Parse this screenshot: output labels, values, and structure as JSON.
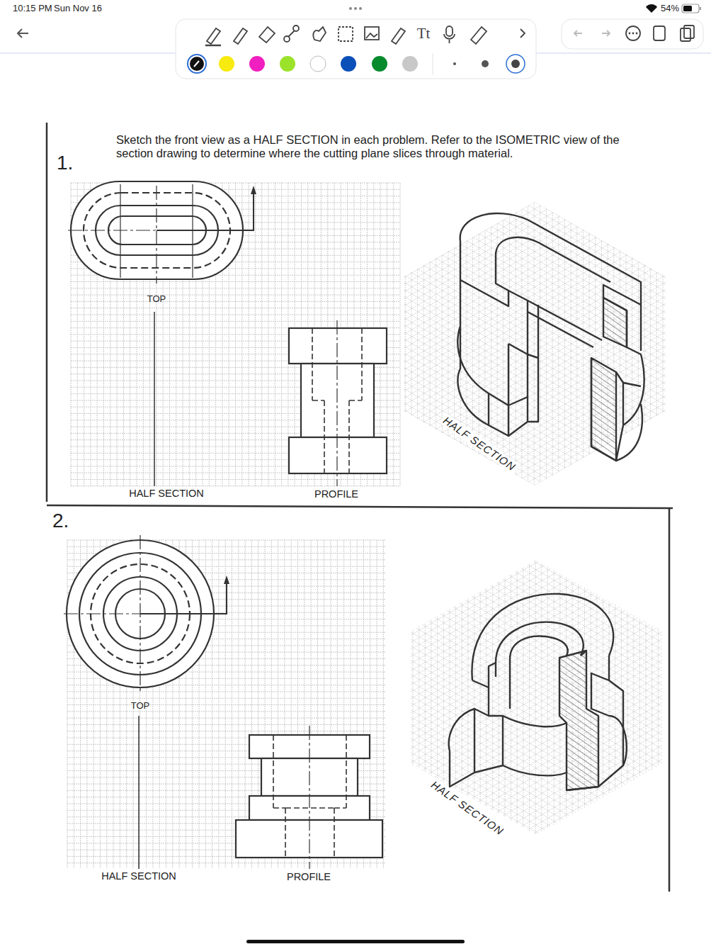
{
  "diagram": {
    "labels": [
      "10:15 PM",
      "Sun Nov 16",
      "54%",
      "Tt",
      "1.",
      "Sketch the front view as a HALF SECTION in each problem. Refer to the ISOMETRIC view of the section drawing to determine where the cutting plane slices through material.",
      "TOP",
      "HALF SECTION",
      "PROFILE",
      "HALF SECTION",
      "2.",
      "TOP",
      "HALF SECTION",
      "PROFILE",
      "HALF SECTION"
    ]
  }
}
